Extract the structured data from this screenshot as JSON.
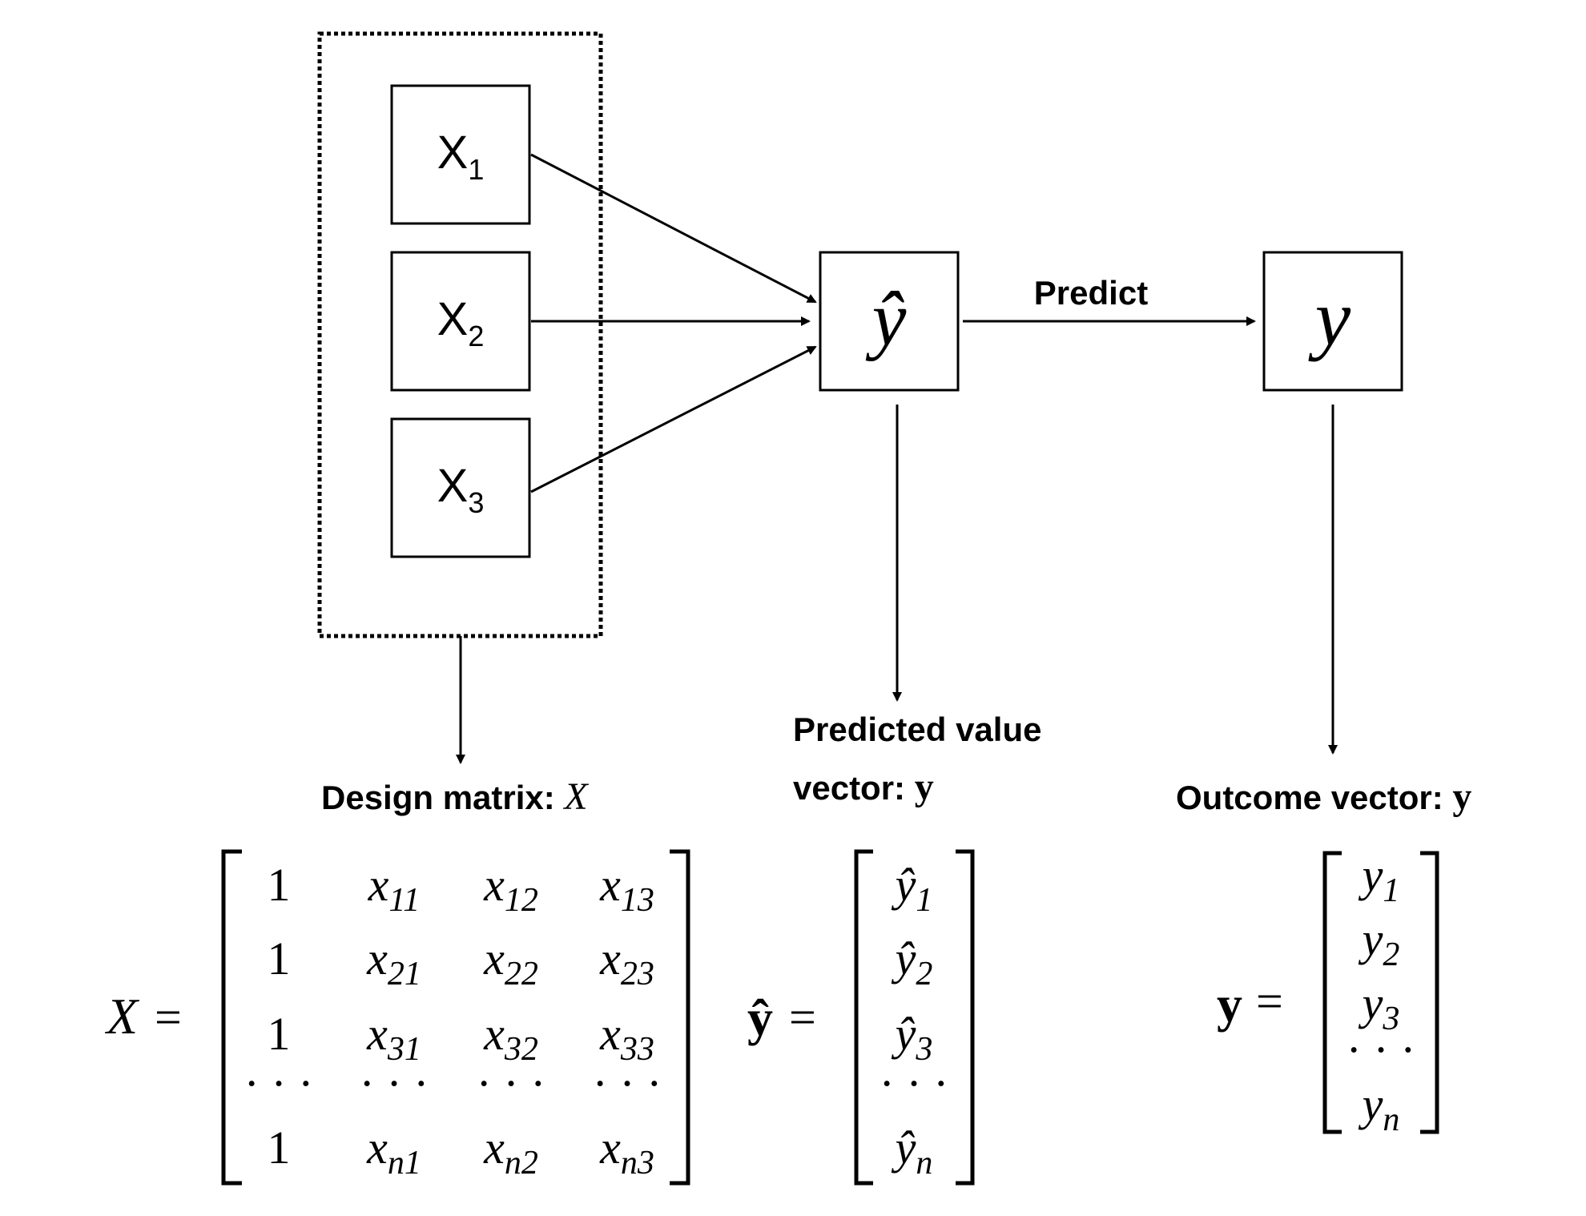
{
  "nodes": {
    "x1": {
      "base": "X",
      "sub": "1"
    },
    "x2": {
      "base": "X",
      "sub": "2"
    },
    "x3": {
      "base": "X",
      "sub": "3"
    },
    "yhat": {
      "symbol": "ŷ"
    },
    "y": {
      "symbol": "y"
    }
  },
  "edge_labels": {
    "predict": "Predict"
  },
  "captions": {
    "design_matrix": {
      "text": "Design matrix: ",
      "symbol": "X"
    },
    "predicted": {
      "line1": "Predicted value",
      "line2": "vector: ",
      "symbol": "y"
    },
    "outcome": {
      "text": "Outcome vector: ",
      "symbol": "y"
    }
  },
  "equations": {
    "design": {
      "lhs": "X",
      "equals": "=",
      "col1": [
        "1",
        "1",
        "1",
        "· · ·",
        "1"
      ],
      "cells": [
        [
          {
            "b": "x",
            "s": "11"
          },
          {
            "b": "x",
            "s": "12"
          },
          {
            "b": "x",
            "s": "13"
          }
        ],
        [
          {
            "b": "x",
            "s": "21"
          },
          {
            "b": "x",
            "s": "22"
          },
          {
            "b": "x",
            "s": "23"
          }
        ],
        [
          {
            "b": "x",
            "s": "31"
          },
          {
            "b": "x",
            "s": "32"
          },
          {
            "b": "x",
            "s": "33"
          }
        ],
        [
          {
            "b": "· · ·",
            "s": ""
          },
          {
            "b": "· · ·",
            "s": ""
          },
          {
            "b": "· · ·",
            "s": ""
          }
        ],
        [
          {
            "b": "x",
            "s": "n1"
          },
          {
            "b": "x",
            "s": "n2"
          },
          {
            "b": "x",
            "s": "n3"
          }
        ]
      ]
    },
    "predicted": {
      "lhs": "ŷ",
      "equals": "=",
      "entries": [
        {
          "b": "ŷ",
          "s": "1"
        },
        {
          "b": "ŷ",
          "s": "2"
        },
        {
          "b": "ŷ",
          "s": "3"
        },
        {
          "b": "· · ·",
          "s": ""
        },
        {
          "b": "ŷ",
          "s": "n"
        }
      ]
    },
    "outcome": {
      "lhs": "y",
      "equals": "=",
      "entries": [
        {
          "b": "y",
          "s": "1"
        },
        {
          "b": "y",
          "s": "2"
        },
        {
          "b": "y",
          "s": "3"
        },
        {
          "b": "· · ·",
          "s": ""
        },
        {
          "b": "y",
          "s": "n"
        }
      ]
    }
  }
}
